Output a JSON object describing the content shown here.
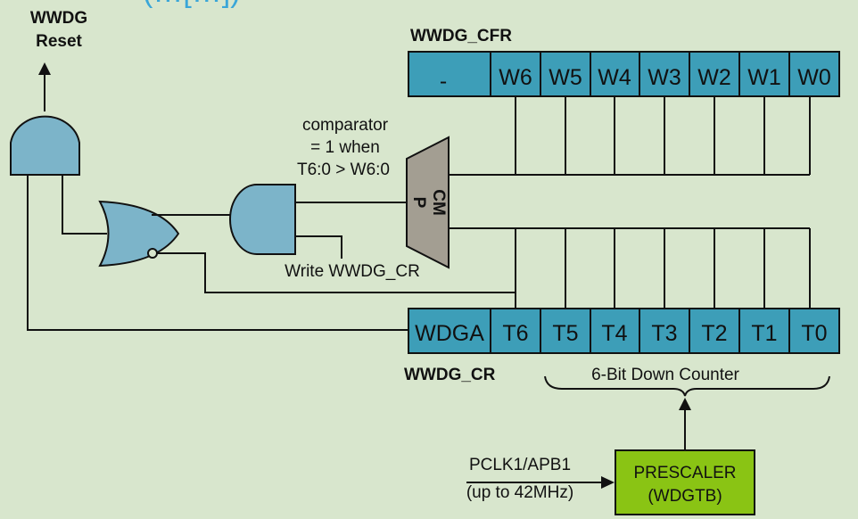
{
  "title_fragment": "(…[…])",
  "labels": {
    "reset_line1": "WWDG",
    "reset_line2": "Reset",
    "cfr_name": "WWDG_CFR",
    "cr_name": "WWDG_CR",
    "comparator_line1": "comparator",
    "comparator_line2": "= 1 when",
    "comparator_line3": "T6:0 > W6:0",
    "cmp_line1": "CM",
    "cmp_line2": "P",
    "write_cr": "Write WWDG_CR",
    "counter": "6-Bit Down Counter",
    "clock_line1": "PCLK1/APB1",
    "clock_line2": "(up to 42MHz)",
    "prescaler_line1": "PRESCALER",
    "prescaler_line2": "(WDGTB)"
  },
  "cfr_bits": [
    "-",
    "W6",
    "W5",
    "W4",
    "W3",
    "W2",
    "W1",
    "W0"
  ],
  "cr_bits": [
    "WDGA",
    "T6",
    "T5",
    "T4",
    "T3",
    "T2",
    "T1",
    "T0"
  ],
  "colors": {
    "background": "#d8e6cd",
    "register": "#3d9eb8",
    "gate": "#7cb4c9",
    "comparator": "#a39e92",
    "prescaler": "#8ac414",
    "title": "#3aa6d8"
  }
}
